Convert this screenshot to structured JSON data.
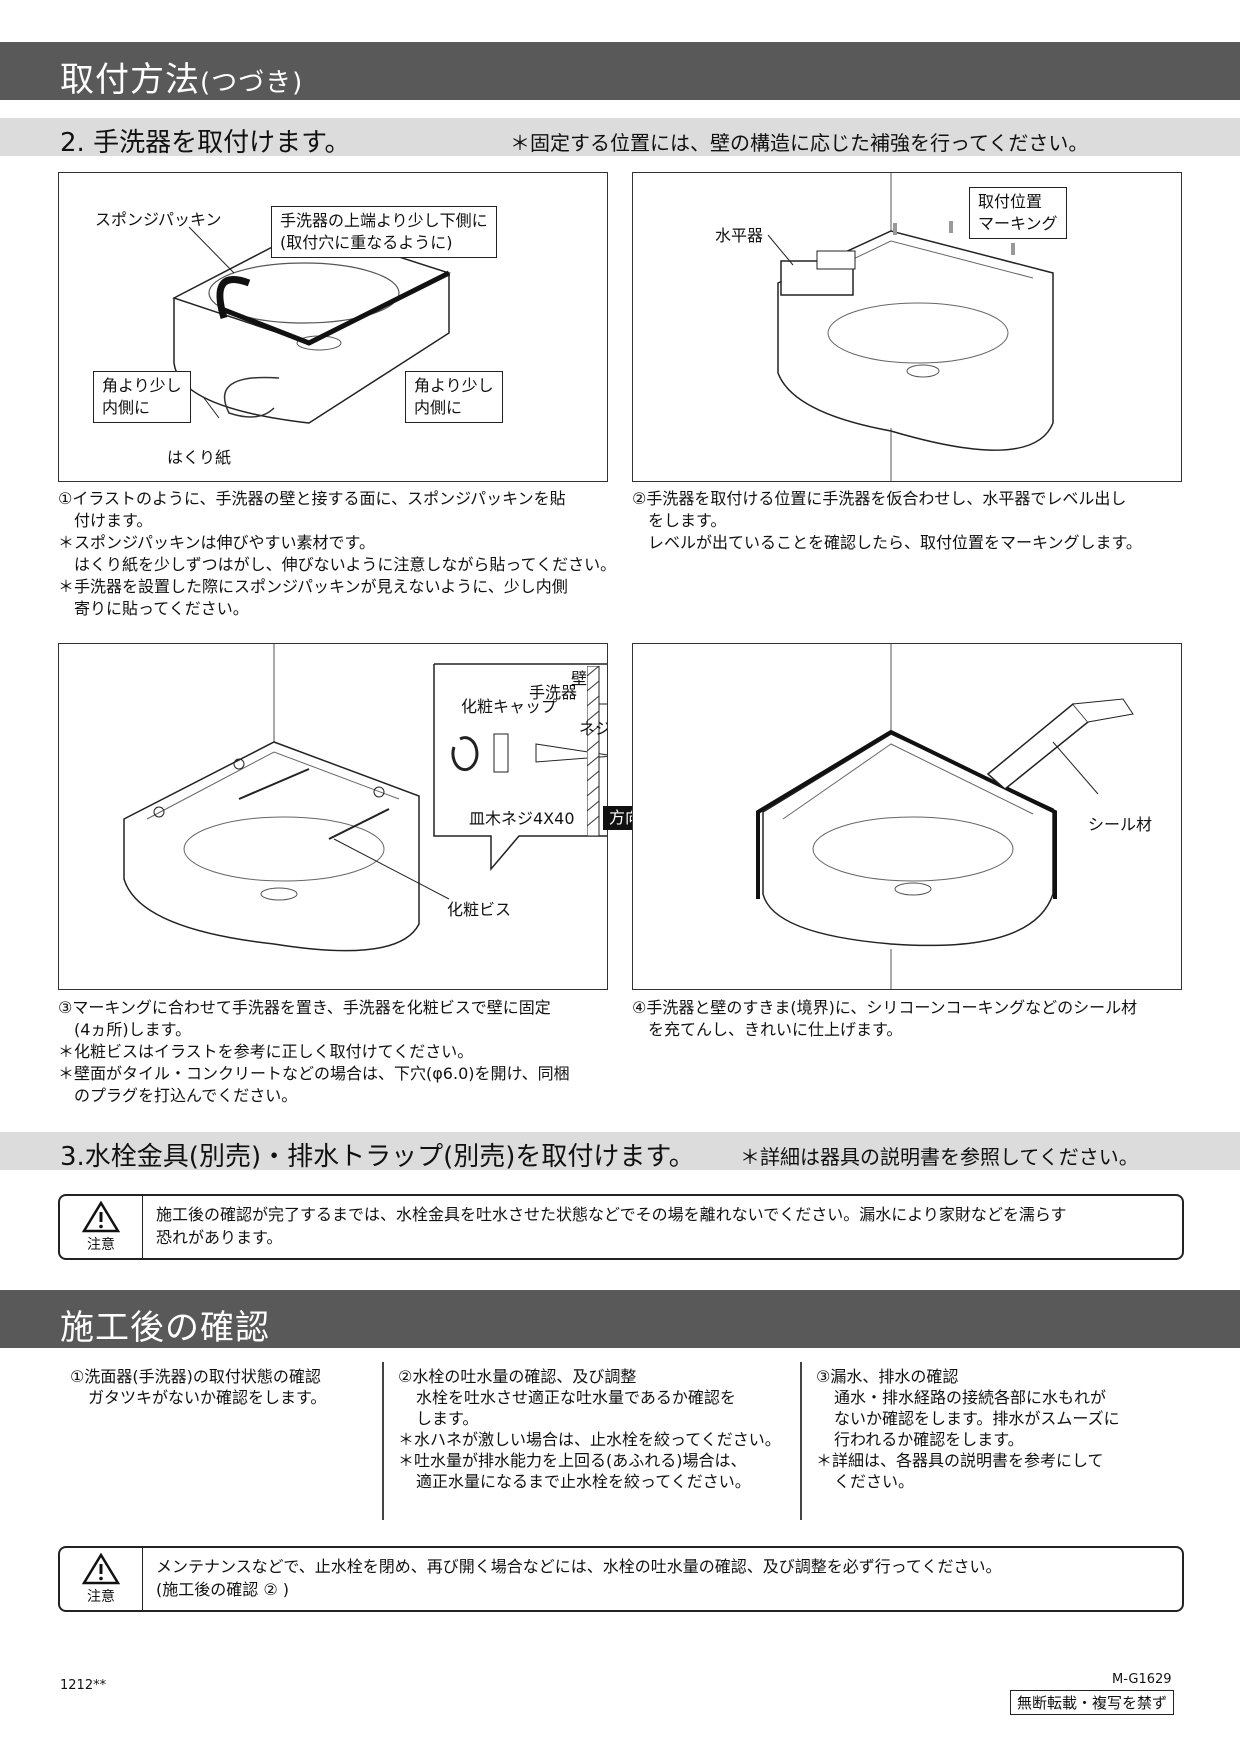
{
  "banner1": {
    "title": "取付方法",
    "title_sub": "(つづき)"
  },
  "section2": {
    "heading": "2.  手洗器を取付けます。",
    "note": "＊固定する位置には、壁の構造に応じた補強を行ってください。"
  },
  "panel1": {
    "label_sponge": "スポンジパッキン",
    "callout_top_l1": "手洗器の上端より少し下側に",
    "callout_top_l2": "(取付穴に重なるように)",
    "callout_left_l1": "角より少し",
    "callout_left_l2": "内側に",
    "callout_right_l1": "角より少し",
    "callout_right_l2": "内側に",
    "label_paper": "はくり紙"
  },
  "panel2": {
    "label_level": "水平器",
    "callout_l1": "取付位置",
    "callout_l2": "マーキング"
  },
  "caption1": {
    "l1": "①イラストのように、手洗器の壁と接する面に、スポンジパッキンを貼",
    "l2": "付けます。",
    "l3": "＊スポンジパッキンは伸びやすい素材です。",
    "l4": "はくり紙を少しずつはがし、伸びないように注意しながら貼ってください。",
    "l5": "＊手洗器を設置した際にスポンジパッキンが見えないように、少し内側",
    "l6": "寄りに貼ってください。"
  },
  "caption2": {
    "l1": "②手洗器を取付ける位置に手洗器を仮合わせし、水平器でレベル出し",
    "l2": "をします。",
    "l3": "レベルが出ていることを確認したら、取付位置をマーキングします。"
  },
  "panel3": {
    "label_cap": "化粧キャップ",
    "label_basin": "手洗器",
    "label_wall": "壁",
    "label_washer": "ネジ付座金",
    "label_screw": "皿木ネジ4X40",
    "label_direction": "方向注意",
    "label_bis": "化粧ビス"
  },
  "panel4": {
    "label_seal": "シール材"
  },
  "caption3": {
    "l1": "③マーキングに合わせて手洗器を置き、手洗器を化粧ビスで壁に固定",
    "l2": "(4ヵ所)します。",
    "l3": "＊化粧ビスはイラストを参考に正しく取付けてください。",
    "l4": "＊壁面がタイル・コンクリートなどの場合は、下穴(φ6.0)を開け、同梱",
    "l5": "のプラグを打込んでください。"
  },
  "caption4": {
    "l1": "④手洗器と壁のすきま(境界)に、シリコーンコーキングなどのシール材",
    "l2": "を充てんし、きれいに仕上げます。"
  },
  "section3": {
    "heading": "3.水栓金具(別売)・排水トラップ(別売)を取付けます。",
    "note": "＊詳細は器具の説明書を参照してください。"
  },
  "caution1": {
    "word": "注意",
    "l1": "施工後の確認が完了するまでは、水栓金具を吐水させた状態などでその場を離れないでください。漏水により家財などを濡らす",
    "l2": "恐れがあります。"
  },
  "banner2": {
    "title": "施工後の確認"
  },
  "check": {
    "c1": {
      "l1": "①洗面器(手洗器)の取付状態の確認",
      "l2": "ガタツキがないか確認をします。"
    },
    "c2": {
      "l1": "②水栓の吐水量の確認、及び調整",
      "l2": "水栓を吐水させ適正な吐水量であるか確認を",
      "l3": "します。",
      "l4": "＊水ハネが激しい場合は、止水栓を絞ってください。",
      "l5": "＊吐水量が排水能力を上回る(あふれる)場合は、",
      "l6": "適正水量になるまで止水栓を絞ってください。"
    },
    "c3": {
      "l1": "③漏水、排水の確認",
      "l2": "通水・排水経路の接続各部に水もれが",
      "l3": "ないか確認をします。排水がスムーズに",
      "l4": "行われるか確認をします。",
      "l5": "＊詳細は、各器具の説明書を参考にして",
      "l6": "ください。"
    }
  },
  "caution2": {
    "word": "注意",
    "l1": "メンテナンスなどで、止水栓を閉め、再び開く場合などには、水栓の吐水量の確認、及び調整を必ず行ってください。",
    "l2": "(施工後の確認 ② )"
  },
  "footer": {
    "left": "1212**",
    "code": "M-G1629",
    "notice": "無断転載・複写を禁ず"
  }
}
